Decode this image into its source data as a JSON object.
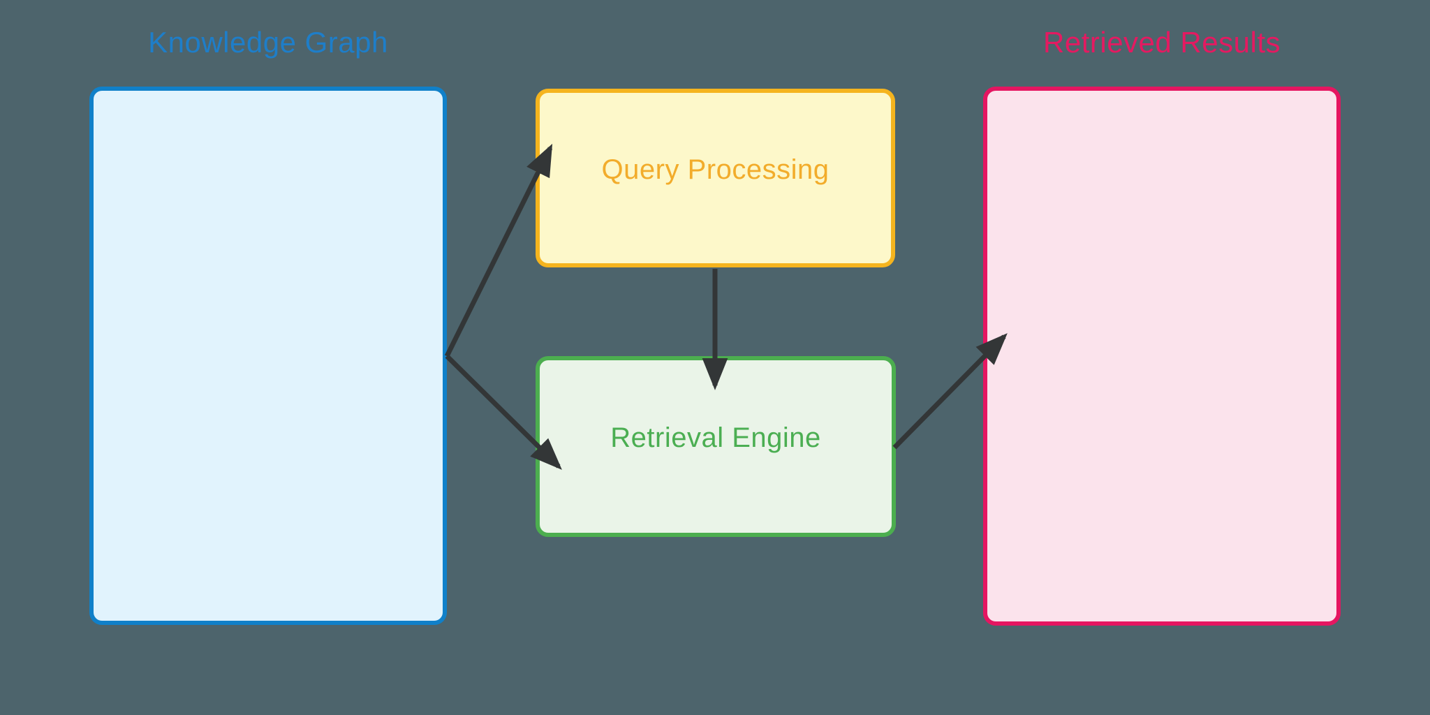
{
  "diagram": {
    "background_color": "#4D646C",
    "arrow_color": "#333637",
    "section_titles": [
      {
        "id": "knowledge-graph-title",
        "text": "Knowledge Graph",
        "color": "#1E7EC9"
      },
      {
        "id": "retrieved-results-title",
        "text": "Retrieved Results",
        "color": "#E41A61"
      }
    ],
    "nodes": [
      {
        "id": "knowledge-graph",
        "label": "",
        "border_color": "#1080C9",
        "fill_color": "#E1F3FD",
        "text_color": "#1E7EC9"
      },
      {
        "id": "query-processing",
        "label": "Query Processing",
        "border_color": "#F5B41E",
        "fill_color": "#FDF8CA",
        "text_color": "#F2AC2B"
      },
      {
        "id": "retrieval-engine",
        "label": "Retrieval Engine",
        "border_color": "#4CAE4F",
        "fill_color": "#EAF4E8",
        "text_color": "#4BAE52"
      },
      {
        "id": "retrieved-results",
        "label": "",
        "border_color": "#E51661",
        "fill_color": "#FBE3EC",
        "text_color": "#E41A61"
      }
    ],
    "edges": [
      {
        "from": "knowledge-graph",
        "to": "query-processing"
      },
      {
        "from": "knowledge-graph",
        "to": "retrieval-engine"
      },
      {
        "from": "query-processing",
        "to": "retrieval-engine"
      },
      {
        "from": "retrieval-engine",
        "to": "retrieved-results"
      }
    ]
  }
}
